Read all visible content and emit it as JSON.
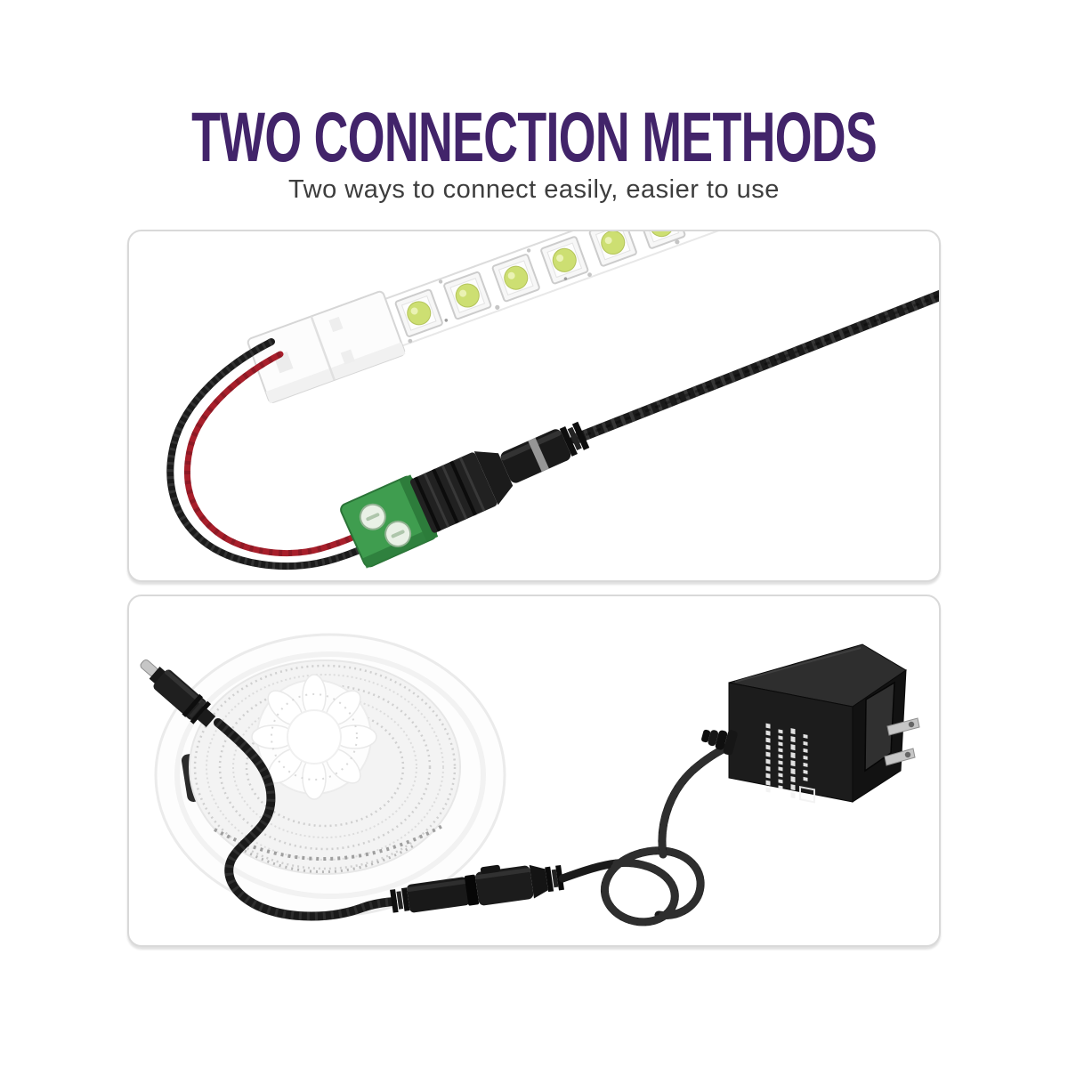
{
  "header": {
    "title": "TWO CONNECTION METHODS",
    "subtitle": "Two ways to connect easily, easier to use"
  },
  "colors": {
    "title_purple": "#42246a",
    "subtitle_gray": "#3d3d3d",
    "panel_border": "#d9d9d9",
    "wire_black": "#1b1b1b",
    "wire_red": "#a81f2b",
    "terminal_green": "#3f9d4f",
    "terminal_green_dark": "#2d7c3b",
    "led_yellow_green": "#cddf72",
    "cable_black": "#1a1a1a",
    "prong_metal": "#c6c6c6",
    "adapter_front": "#1c1c1c",
    "adapter_top": "#2e2e2e",
    "adapter_side": "#121212"
  },
  "panels": [
    {
      "id": "strip-clip-connection",
      "objects": [
        "led-strip",
        "strip-clip-connector",
        "black-wire",
        "red-wire",
        "screw-terminal-block",
        "terminal-screws",
        "dc-jack-body",
        "barrel-connector",
        "power-cable"
      ]
    },
    {
      "id": "reel-adapter-connection",
      "objects": [
        "led-strip-reel",
        "reel-hub",
        "dc-plug",
        "plug-cable",
        "barrel-connector-junction",
        "coiled-cable",
        "power-adapter",
        "adapter-label",
        "us-plug-prongs",
        "strain-relief"
      ]
    }
  ]
}
